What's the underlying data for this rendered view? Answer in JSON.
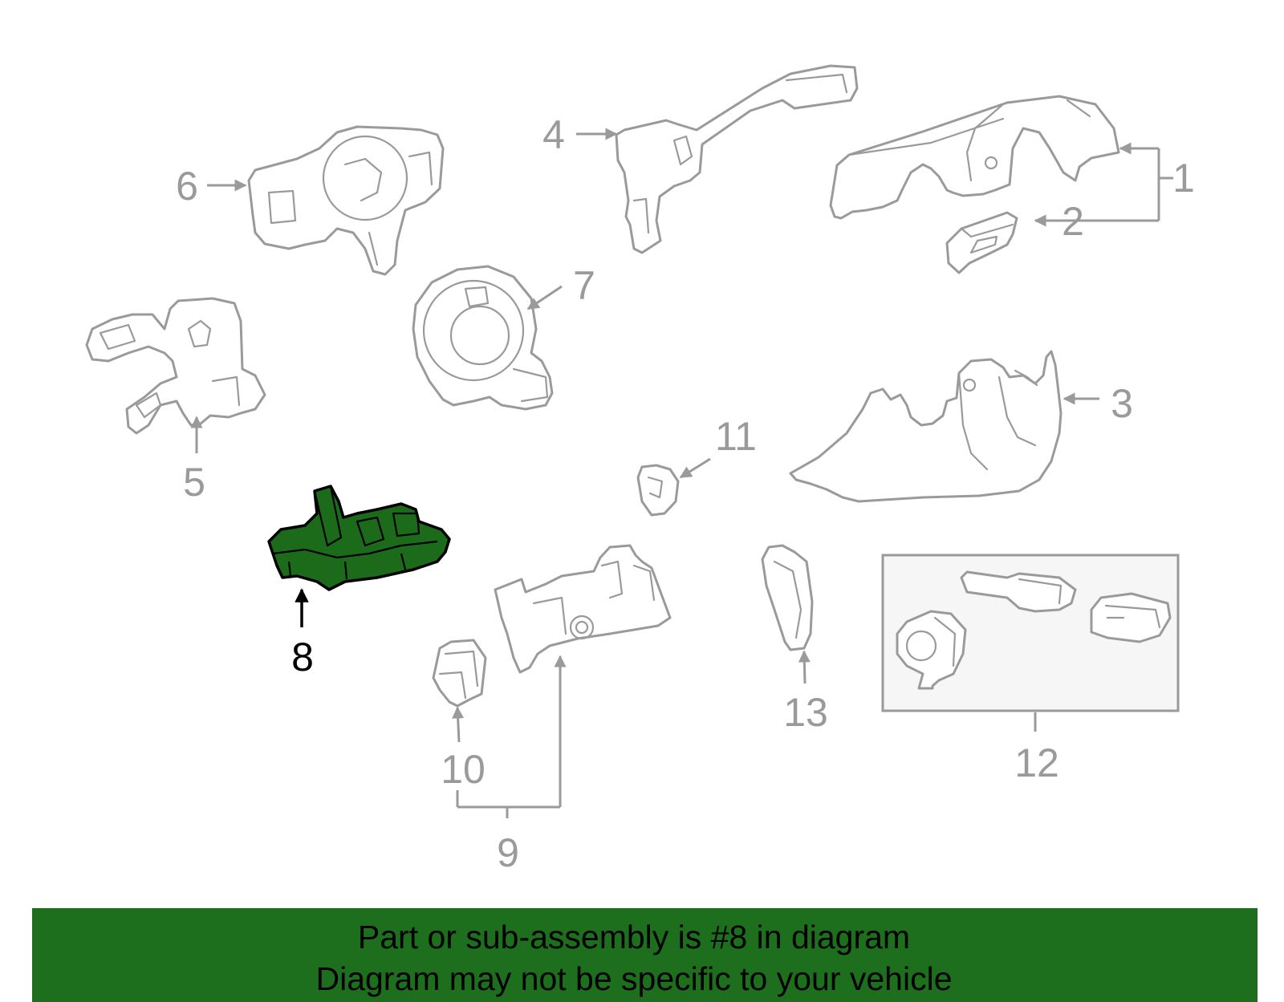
{
  "callouts": {
    "c1": "1",
    "c2": "2",
    "c3": "3",
    "c4": "4",
    "c5": "5",
    "c6": "6",
    "c7": "7",
    "c8": "8",
    "c9": "9",
    "c10": "10",
    "c11": "11",
    "c12": "12",
    "c13": "13"
  },
  "highlight": {
    "part_number": "8",
    "color": "#1d6f1d",
    "outline_color": "#000000"
  },
  "colors": {
    "line_art": "#9a9a9a",
    "kit_box_fill": "#f6f6f6"
  },
  "banner": {
    "line1": "Part or sub-assembly is #8 in diagram",
    "line2": "Diagram may not be specific to your vehicle"
  }
}
